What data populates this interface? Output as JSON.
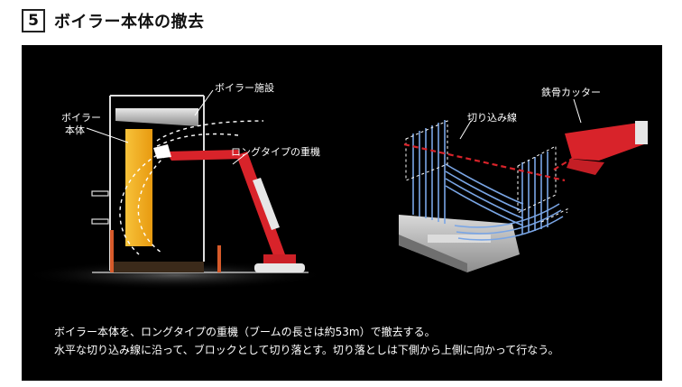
{
  "header": {
    "step_number": "5",
    "title": "ボイラー本体の撤去"
  },
  "diagram": {
    "labels": {
      "boiler_facility": "ボイラー施設",
      "boiler_body_line1": "ボイラー",
      "boiler_body_line2": "本体",
      "long_crane": "ロングタイプの重機",
      "cut_line": "切り込み線",
      "steel_cutter": "鉄骨カッター"
    },
    "colors": {
      "panel_bg": "#000000",
      "boiler_body": "#f5b21a",
      "crane_red": "#d8232a",
      "cut_line_red": "#d8232a",
      "tube_blue": "#7aa6e6"
    }
  },
  "caption": {
    "line1": "ボイラー本体を、ロングタイプの重機（ブームの長さは約53m）で撤去する。",
    "line2": "水平な切り込み線に沿って、ブロックとして切り落とす。切り落としは下側から上側に向かって行なう。"
  }
}
